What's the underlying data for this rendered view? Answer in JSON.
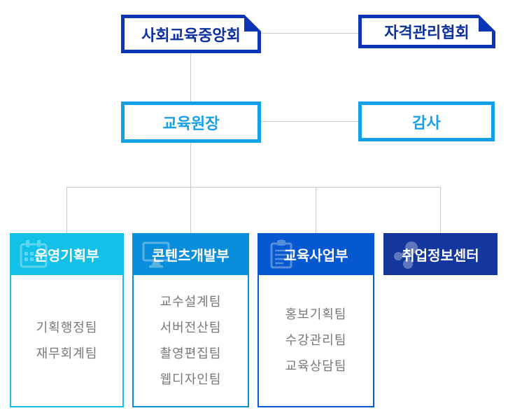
{
  "org_chart": {
    "title_node": {
      "label": "사회교육중앙회"
    },
    "cert_node": {
      "label": "자격관리협회"
    },
    "dean_node": {
      "label": "교육원장"
    },
    "audit_node": {
      "label": "감사"
    },
    "departments": [
      {
        "label": "운영기획부",
        "icon": "calendar-icon",
        "header_color": "#12c0e8",
        "teams": [
          "기획행정팀",
          "재무회계팀"
        ]
      },
      {
        "label": "콘텐츠개발부",
        "icon": "monitor-icon",
        "header_color": "#098edb",
        "teams": [
          "교수설계팀",
          "서버전산팀",
          "촬영편집팀",
          "웹디자인팀"
        ]
      },
      {
        "label": "교육사업부",
        "icon": "clipboard-icon",
        "header_color": "#0558cf",
        "teams": [
          "홍보기획팀",
          "수강관리팀",
          "교육상담팀"
        ]
      },
      {
        "label": "취업정보센터",
        "icon": "network-icon",
        "header_color": "#13379f",
        "teams": []
      }
    ],
    "colors": {
      "top_border": "#0c35b8",
      "top_text": "#0d309f",
      "second_row": "#14a0e6",
      "connector_line": "#c9c9c9",
      "team_text": "#78787a"
    }
  }
}
